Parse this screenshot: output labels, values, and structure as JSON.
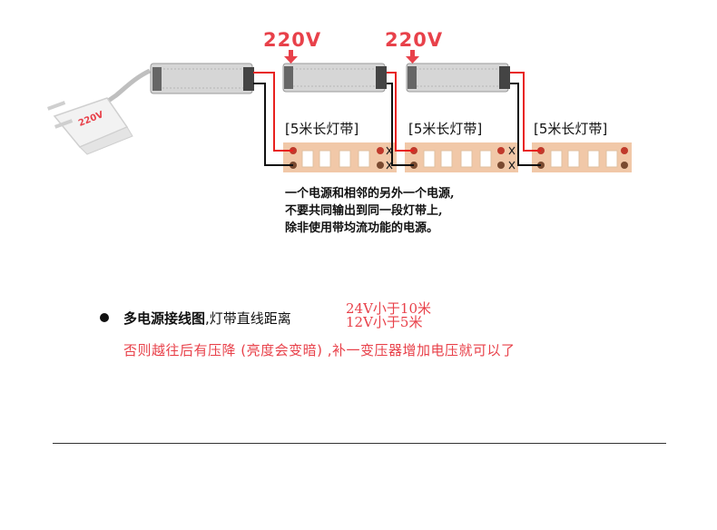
{
  "voltage_labels": [
    "220V",
    "220V"
  ],
  "plug_label": "220V",
  "strip_labels": [
    "[5米长灯带]",
    "[5米长灯带]",
    "[5米长灯带]"
  ],
  "note_lines": [
    "一个电源和相邻的另外一个电源,",
    "不要共同输出到同一段灯带上,",
    "除非使用带均流功能的电源。"
  ],
  "bullet": {
    "title": "多电源接线图",
    "text": ",灯带直线距离",
    "distances": [
      "24V小于10米",
      "12V小于5米"
    ]
  },
  "warning": "否则越往后有压降 (亮度会变暗) ,补一变压器增加电压就可以了",
  "colors": {
    "red_text": "#e8414a",
    "wire_red": "#e8211f",
    "wire_black": "#111111",
    "strip_bg": "#f1c8a8",
    "psu_body": "#d6d6d6"
  }
}
